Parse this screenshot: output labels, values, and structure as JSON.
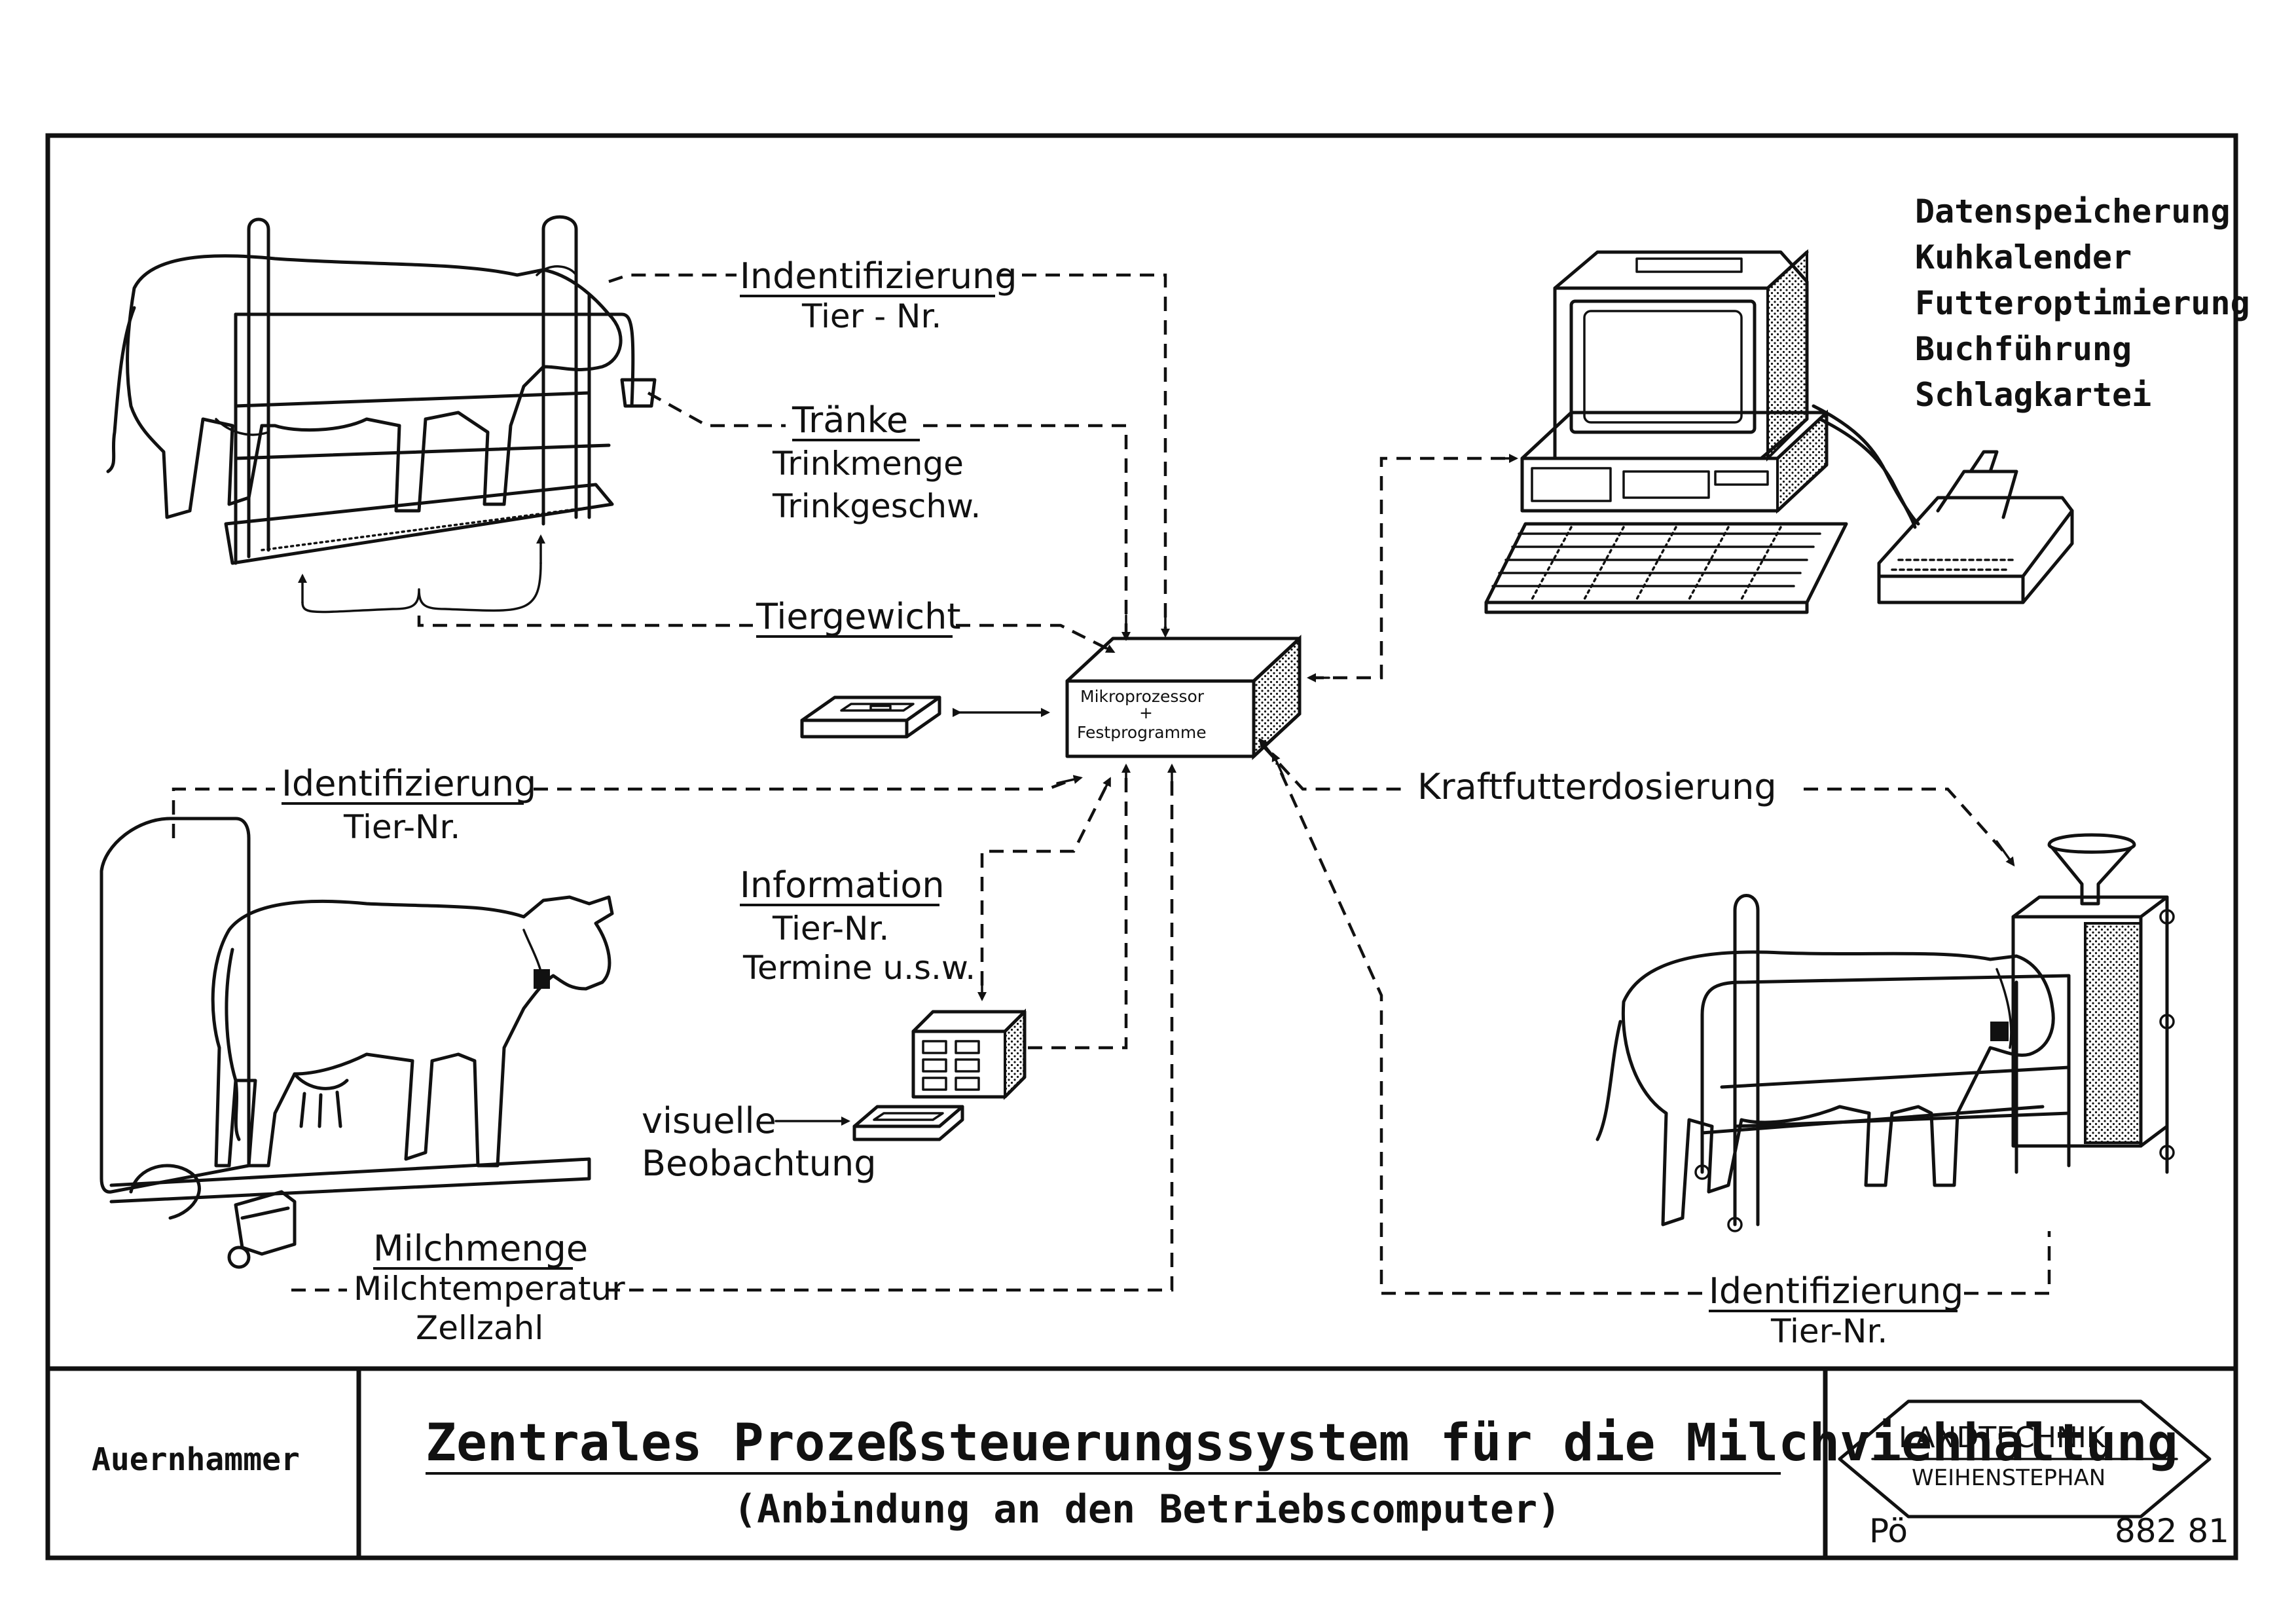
{
  "labels": {
    "ident_top": "Indentifizierung",
    "ident_top_sub": "Tier - Nr.",
    "traenke": "Tränke",
    "traenke_sub1": "Trinkmenge",
    "traenke_sub2": "Trinkgeschw.",
    "tiergewicht": "Tiergewicht",
    "mikro_1": "Mikroprozessor",
    "mikro_plus": "+",
    "mikro_2": "Festprogramme",
    "ident_left": "Identifizierung",
    "ident_left_sub": "Tier-Nr.",
    "information": "Information",
    "info_sub1": "Tier-Nr.",
    "info_sub2": "Termine u.s.w.",
    "visuelle_1": "visuelle",
    "visuelle_2": "Beobachtung",
    "milchmenge": "Milchmenge",
    "milch_sub1": "Milchtemperatur",
    "milch_sub2": "Zellzahl",
    "kraftfutter": "Kraftfutterdosierung",
    "ident_right": "Identifizierung",
    "ident_right_sub": "Tier-Nr."
  },
  "computer_functions": [
    "Datenspeicherung",
    "Kuhkalender",
    "Futteroptimierung",
    "Buchführung",
    "Schlagkartei"
  ],
  "footer": {
    "author": "Auernhammer",
    "title": "Zentrales Prozeßsteuerungssystem für die Milchviehhaltung",
    "subtitle": "(Anbindung an den Betriebscomputer)",
    "logo_line1": "LANDTECHNIK",
    "logo_line2": "WEIHENSTEPHAN",
    "initials": "Pö",
    "number": "882 81"
  }
}
